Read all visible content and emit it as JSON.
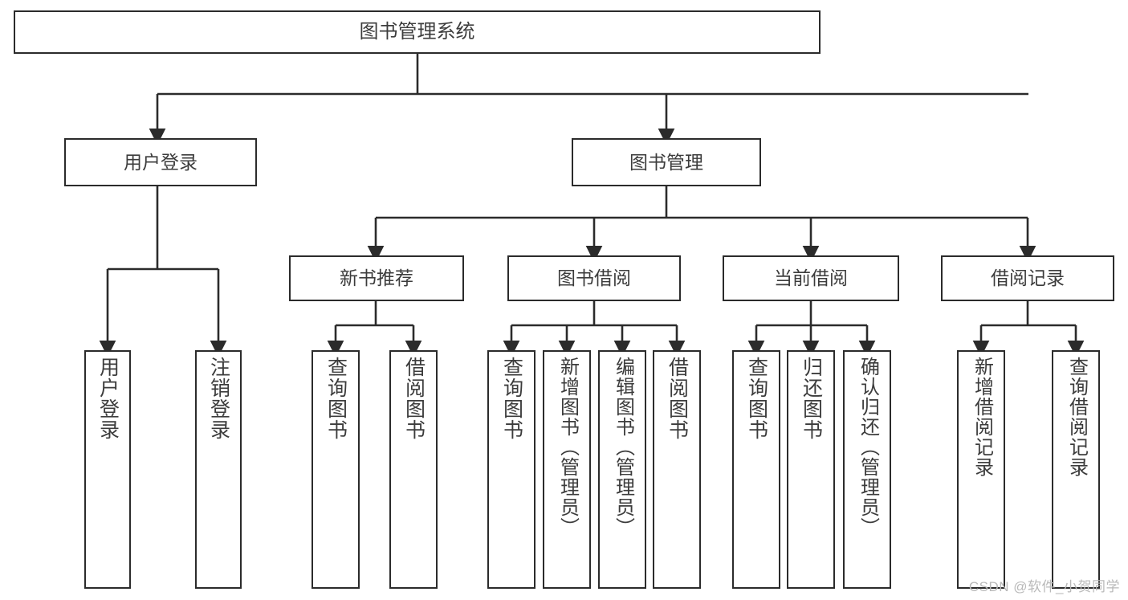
{
  "diagram": {
    "type": "tree-hierarchy",
    "title": "图书管理系统",
    "watermark": "CSDN @软件_小贺同学",
    "colors": {
      "stroke": "#2b2b2b",
      "text": "#3c3c3c",
      "background": "#ffffff",
      "watermark": "#b9b9b9"
    },
    "levels": {
      "root": "图书管理系统",
      "level2": [
        "用户登录",
        "图书管理"
      ],
      "level3": [
        "新书推荐",
        "图书借阅",
        "当前借阅",
        "借阅记录"
      ]
    },
    "nodes": {
      "root": {
        "label": "图书管理系统"
      },
      "user_login": {
        "label": "用户登录"
      },
      "book_manage": {
        "label": "图书管理"
      },
      "new_book_rec": {
        "label": "新书推荐"
      },
      "book_borrow": {
        "label": "图书借阅"
      },
      "current_borrow": {
        "label": "当前借阅"
      },
      "borrow_record": {
        "label": "借阅记录"
      },
      "leaf_user_login": {
        "label": "用户登录"
      },
      "leaf_logout": {
        "label": "注销登录"
      },
      "leaf_query_book_1": {
        "label": "查询图书"
      },
      "leaf_borrow_book_1": {
        "label": "借阅图书"
      },
      "leaf_query_book_2": {
        "label": "查询图书"
      },
      "leaf_add_book": {
        "label": "新增图书（管理员）"
      },
      "leaf_edit_book": {
        "label": "编辑图书（管理员）"
      },
      "leaf_borrow_book_2": {
        "label": "借阅图书"
      },
      "leaf_query_book_3": {
        "label": "查询图书"
      },
      "leaf_return_book": {
        "label": "归还图书"
      },
      "leaf_confirm_return": {
        "label": "确认归还（管理员）"
      },
      "leaf_add_record": {
        "label": "新增借阅记录"
      },
      "leaf_query_record": {
        "label": "查询借阅记录"
      }
    },
    "edges": [
      {
        "from": "root",
        "to": "user_login"
      },
      {
        "from": "root",
        "to": "book_manage"
      },
      {
        "from": "user_login",
        "to": "leaf_user_login"
      },
      {
        "from": "user_login",
        "to": "leaf_logout"
      },
      {
        "from": "book_manage",
        "to": "new_book_rec"
      },
      {
        "from": "book_manage",
        "to": "book_borrow"
      },
      {
        "from": "book_manage",
        "to": "current_borrow"
      },
      {
        "from": "book_manage",
        "to": "borrow_record"
      },
      {
        "from": "new_book_rec",
        "to": "leaf_query_book_1"
      },
      {
        "from": "new_book_rec",
        "to": "leaf_borrow_book_1"
      },
      {
        "from": "book_borrow",
        "to": "leaf_query_book_2"
      },
      {
        "from": "book_borrow",
        "to": "leaf_add_book"
      },
      {
        "from": "book_borrow",
        "to": "leaf_edit_book"
      },
      {
        "from": "book_borrow",
        "to": "leaf_borrow_book_2"
      },
      {
        "from": "current_borrow",
        "to": "leaf_query_book_3"
      },
      {
        "from": "current_borrow",
        "to": "leaf_return_book"
      },
      {
        "from": "current_borrow",
        "to": "leaf_confirm_return"
      },
      {
        "from": "borrow_record",
        "to": "leaf_add_record"
      },
      {
        "from": "borrow_record",
        "to": "leaf_query_record"
      }
    ]
  }
}
